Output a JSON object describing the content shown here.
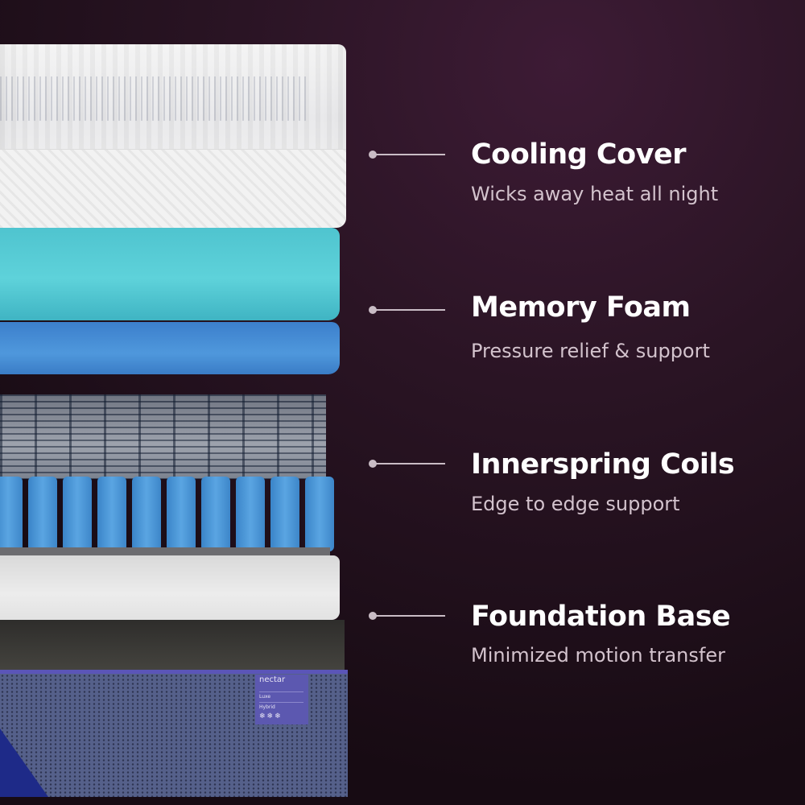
{
  "layers": [
    {
      "title": "Cooling Cover",
      "subtitle": "Wicks away heat all night"
    },
    {
      "title": "Memory Foam",
      "subtitle": "Pressure relief & support"
    },
    {
      "title": "Innerspring Coils",
      "subtitle": "Edge to edge support"
    },
    {
      "title": "Foundation Base",
      "subtitle": "Minimized motion transfer"
    }
  ],
  "tag": {
    "brand": "nectar",
    "line1": "Luxe",
    "line2": "Hybrid",
    "icons": "❄❄❄"
  },
  "colors": {
    "accent_line": "#c9bcc5",
    "memory_foam": "#5ed2da",
    "blue_foam": "#4f98dc",
    "base_edge": "#5b55b8"
  }
}
